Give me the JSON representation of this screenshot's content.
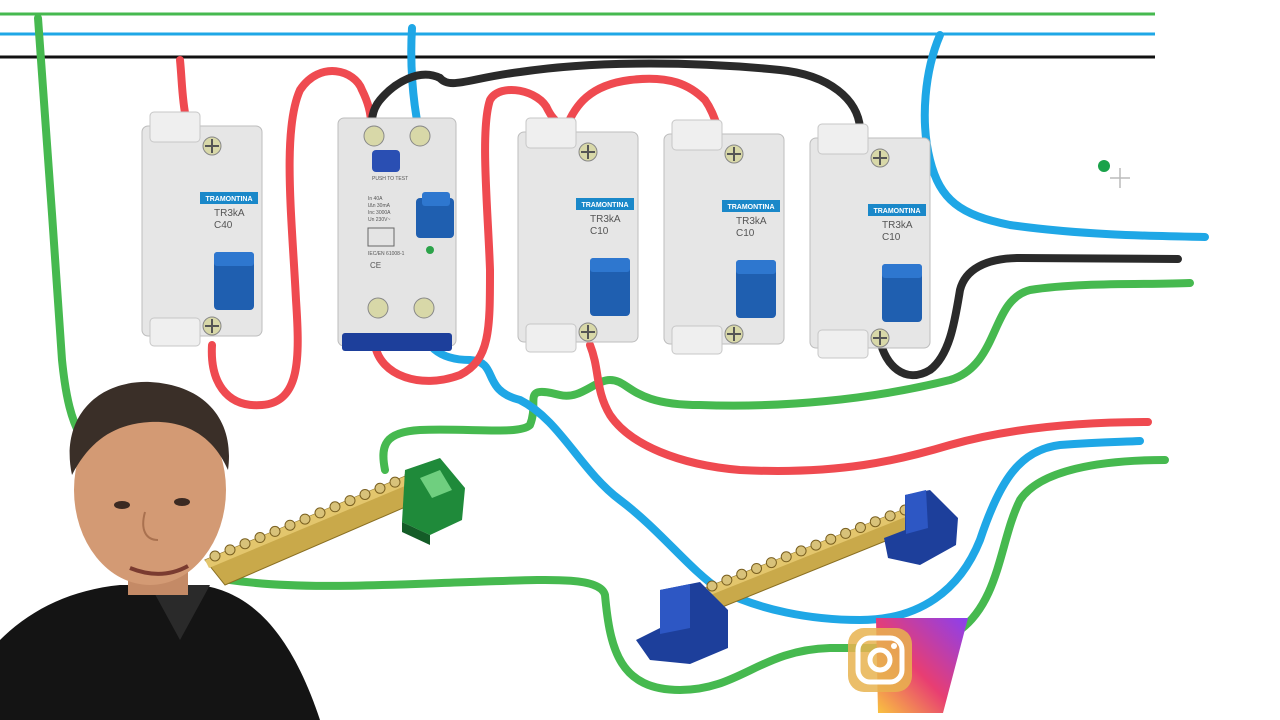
{
  "colors": {
    "wire_green": "#46b94f",
    "wire_blue": "#1fa7e6",
    "wire_red": "#ef4a50",
    "wire_black": "#2a2a2a",
    "breaker_body": "#e9e9e9",
    "breaker_toggle": "#1f5fb0",
    "brand_label": "#1a88c9",
    "busbar_brass": "#c9a94a",
    "support_green": "#1f8a3a",
    "support_blue": "#1d3f9b"
  },
  "breakers": [
    {
      "brand": "TRAMONTINA",
      "model": "TR3kA",
      "rating": "C40"
    },
    {
      "brand": "TRAMONTINA",
      "model": "TR3kA",
      "rating": "C10"
    },
    {
      "brand": "TRAMONTINA",
      "model": "TR3kA",
      "rating": "C10"
    },
    {
      "brand": "TRAMONTINA",
      "model": "TR3kA",
      "rating": "C10"
    }
  ],
  "rcd": {
    "test_label": "PUSH TO TEST",
    "ratings": [
      "In 40A",
      "IΔn 30mA",
      "Inc 3000A",
      "Un 230V~"
    ],
    "standard": "IEC/EN 61008-1"
  },
  "icons": {
    "presenter": "person-avatar",
    "social": "instagram-icon",
    "cursor": "crosshair-cursor-icon"
  }
}
